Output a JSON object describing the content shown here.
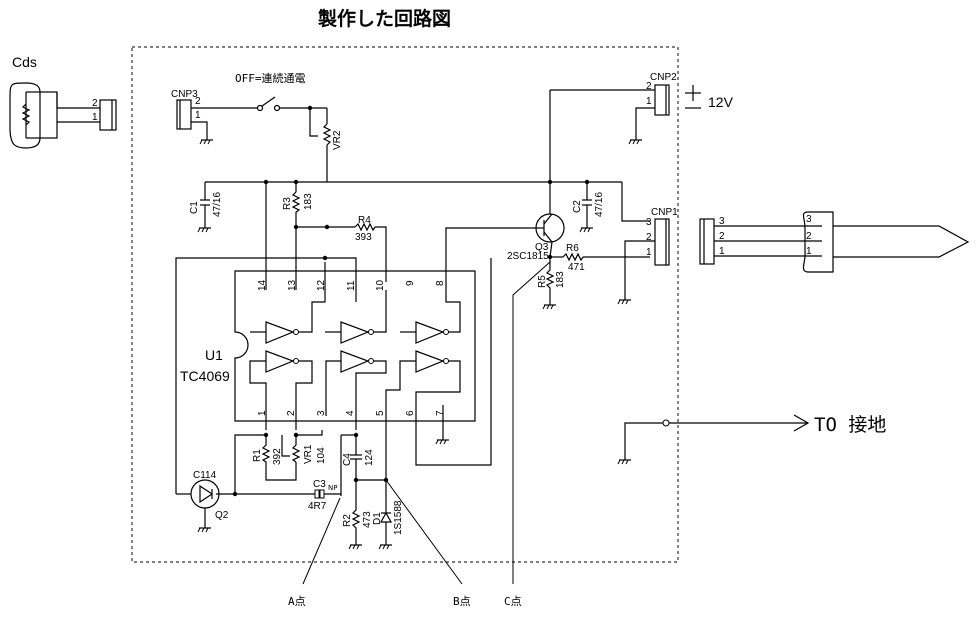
{
  "title": "製作した回路図",
  "cds": {
    "label": "Cds",
    "pins": [
      "2",
      "1"
    ]
  },
  "switch_label": "OFF=連続通電",
  "connectors": {
    "cnp1": {
      "name": "CNP1",
      "pins": [
        "3",
        "2",
        "1"
      ]
    },
    "cnp2": {
      "name": "CNP2",
      "pins": [
        "2",
        "1"
      ]
    },
    "cnp3": {
      "name": "CNP3",
      "pins": [
        "2",
        "1"
      ]
    },
    "external": {
      "pins": [
        "3",
        "2",
        "1"
      ]
    },
    "probe": {
      "pins": [
        "3",
        "2",
        "1"
      ]
    }
  },
  "power": {
    "plus": "+",
    "minus": "−",
    "voltage": "12V"
  },
  "components": {
    "c1": {
      "ref": "C1",
      "value": "47/16"
    },
    "c2": {
      "ref": "C2",
      "value": "47/16"
    },
    "c3": {
      "ref": "C3",
      "value": "4R7",
      "note": "NP"
    },
    "c4": {
      "ref": "C4",
      "value": "124"
    },
    "r1": {
      "ref": "R1",
      "value": "392"
    },
    "r2": {
      "ref": "R2",
      "value": "473"
    },
    "r3": {
      "ref": "R3",
      "value": "183"
    },
    "r4": {
      "ref": "R4",
      "value": "393"
    },
    "r5": {
      "ref": "R5",
      "value": "183"
    },
    "r6": {
      "ref": "R6",
      "value": "471"
    },
    "vr1": {
      "ref": "VR1",
      "value": "104"
    },
    "vr2": {
      "ref": "VR2"
    },
    "d1": {
      "ref": "D1",
      "value": "1S1588"
    },
    "q2": {
      "ref": "Q2",
      "value": "C114"
    },
    "q3": {
      "ref": "Q3",
      "value": "2SC1815"
    },
    "u1": {
      "ref": "U1",
      "value": "TC4069",
      "top_pins": [
        "14",
        "13",
        "12",
        "11",
        "10",
        "9",
        "8"
      ],
      "bottom_pins": [
        "1",
        "2",
        "3",
        "4",
        "5",
        "6",
        "7"
      ]
    }
  },
  "ground_label": "TO 接地",
  "test_points": [
    "A点",
    "B点",
    "C点"
  ]
}
